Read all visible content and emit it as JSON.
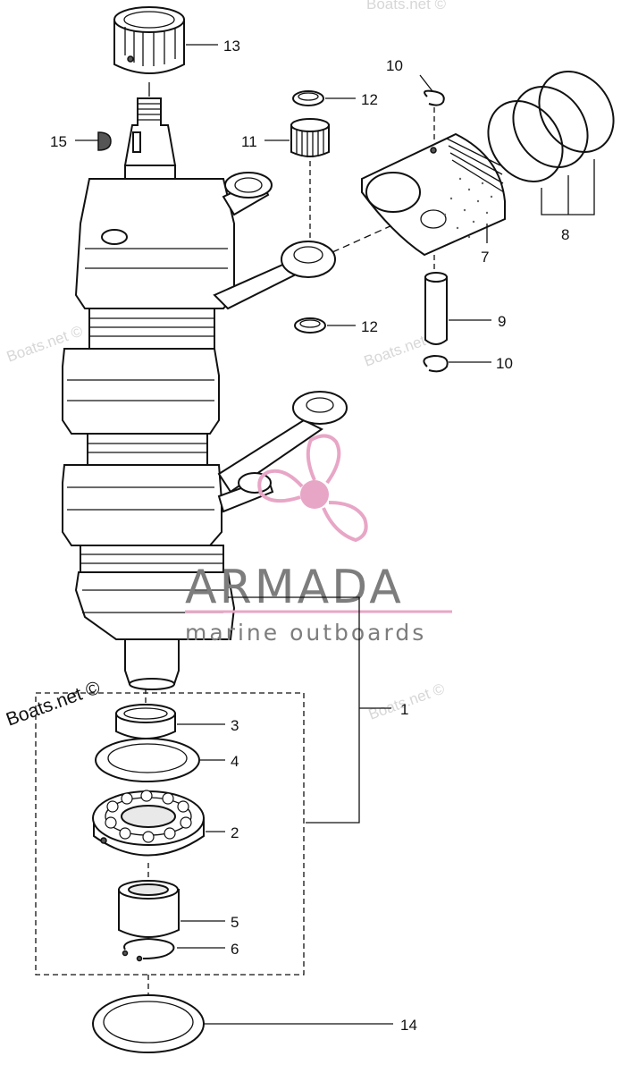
{
  "callouts": {
    "c1": "1",
    "c2": "2",
    "c3": "3",
    "c4": "4",
    "c5": "5",
    "c6": "6",
    "c7": "7",
    "c8": "8",
    "c9": "9",
    "c10a": "10",
    "c10b": "10",
    "c11": "11",
    "c12a": "12",
    "c12b": "12",
    "c13": "13",
    "c14": "14",
    "c15": "15"
  },
  "watermarks": {
    "wm1": "Boats.net ©",
    "wm2": "Boats.net ©",
    "wm3": "Boats.net ©",
    "wm4": "Boats.net ©",
    "wm5": "Boats.net ©"
  },
  "logo": {
    "brand": "ARMADA",
    "tagline": "marine outboards",
    "accent_color": "#e8a6c6",
    "text_color": "#7d7d7d"
  }
}
